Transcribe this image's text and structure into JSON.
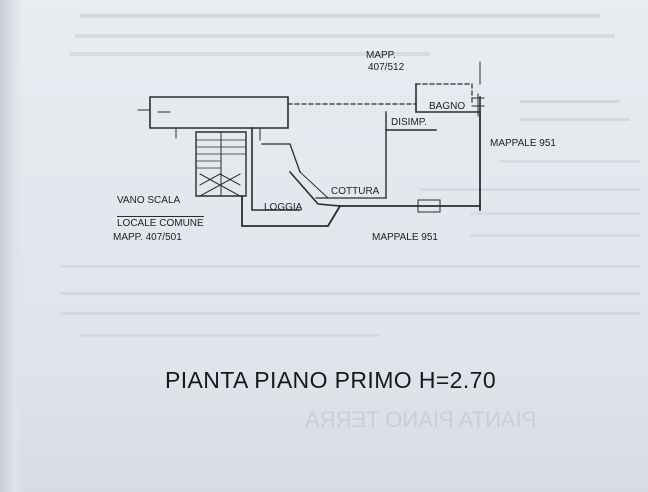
{
  "labels": {
    "mapp_top": "MAPP.",
    "mapp_top_num": "407/512",
    "bagno": "BAGNO",
    "disimp": "DISIMP.",
    "mappale_right": "MAPPALE 951",
    "cottura": "COTTURA",
    "loggia": "LOGGIA",
    "vano_scala": "VANO SCALA",
    "locale_comune": "LOCALE COMUNE",
    "mapp_bottom": "MAPP. 407/501",
    "mappale_bottom": "MAPPALE 951"
  },
  "title": "PIANTA PIANO PRIMO H=2.70",
  "bleed_through": {
    "mirrored_heading": "PIANTA PIANO TERRA"
  },
  "colors": {
    "ink": "#1d1f24",
    "paper": "#e6e9ef",
    "faint": "#b9bfca"
  }
}
